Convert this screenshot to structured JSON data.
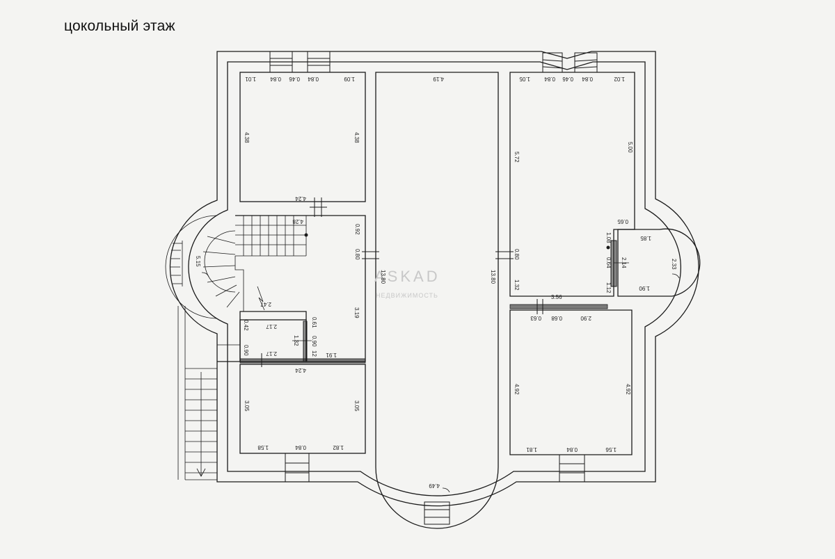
{
  "title": "цокольный этаж",
  "watermark": {
    "logo": "ASKAD",
    "subtitle": "НЕДВИЖИМОСТЬ"
  },
  "colors": {
    "paper": "#f4f4f2",
    "line": "#1a1a1a",
    "text": "#222222",
    "watermark": "#c8c8c8"
  },
  "dimensions": {
    "nw_top_a": "1.01",
    "nw_top_b": "0.84",
    "nw_top_c": "0.46",
    "nw_top_d": "0.84",
    "nw_top_e": "1.09",
    "nw_left": "4.38",
    "nw_right": "4.38",
    "nw_bottom": "4.24",
    "stair_width": "4.28",
    "hall_top": "0.92",
    "hall_door": "0.80",
    "hall_side": "3.19",
    "stair_run": "2.47",
    "arc_left": "5.15",
    "wc_top": "2.17",
    "wc_left_a": "0.42",
    "wc_left_b": "0.90",
    "wc_right_a": "0.61",
    "wc_right_b": "0.90",
    "wc_bottom": "2.17",
    "wc_height": "1.32",
    "hall_small": "12",
    "hall_bottom": "1.91",
    "sw_top": "4.24",
    "sw_left": "3.05",
    "sw_right": "3.05",
    "sw_bottom_a": "1.58",
    "sw_bottom_b": "0.84",
    "sw_bottom_c": "1.82",
    "center_top": "4.19",
    "center_left": "13.80",
    "center_right": "13.80",
    "center_bottom": "4.49",
    "ne_top_a": "1.05",
    "ne_top_b": "0.84",
    "ne_top_c": "0.46",
    "ne_top_d": "0.84",
    "ne_top_e": "1.02",
    "ne_left": "5.72",
    "ne_right": "5.00",
    "ne_notch": "0.65",
    "ne_door": "0.80",
    "ne_low": "1.32",
    "bay_a": "1.08",
    "bay_b": "0.64",
    "bay_c": "1.12",
    "bay_top": "1.85",
    "bay_height": "2.14",
    "bay_bottom": "1.90",
    "arc_right": "2.33",
    "ne_bottom": "3.56",
    "se_top_a": "0.63",
    "se_top_b": "0.68",
    "se_top_c": "2.90",
    "se_left": "4.92",
    "se_right": "4.92",
    "se_bottom_a": "1.81",
    "se_bottom_b": "0.84",
    "se_bottom_c": "1.56"
  }
}
